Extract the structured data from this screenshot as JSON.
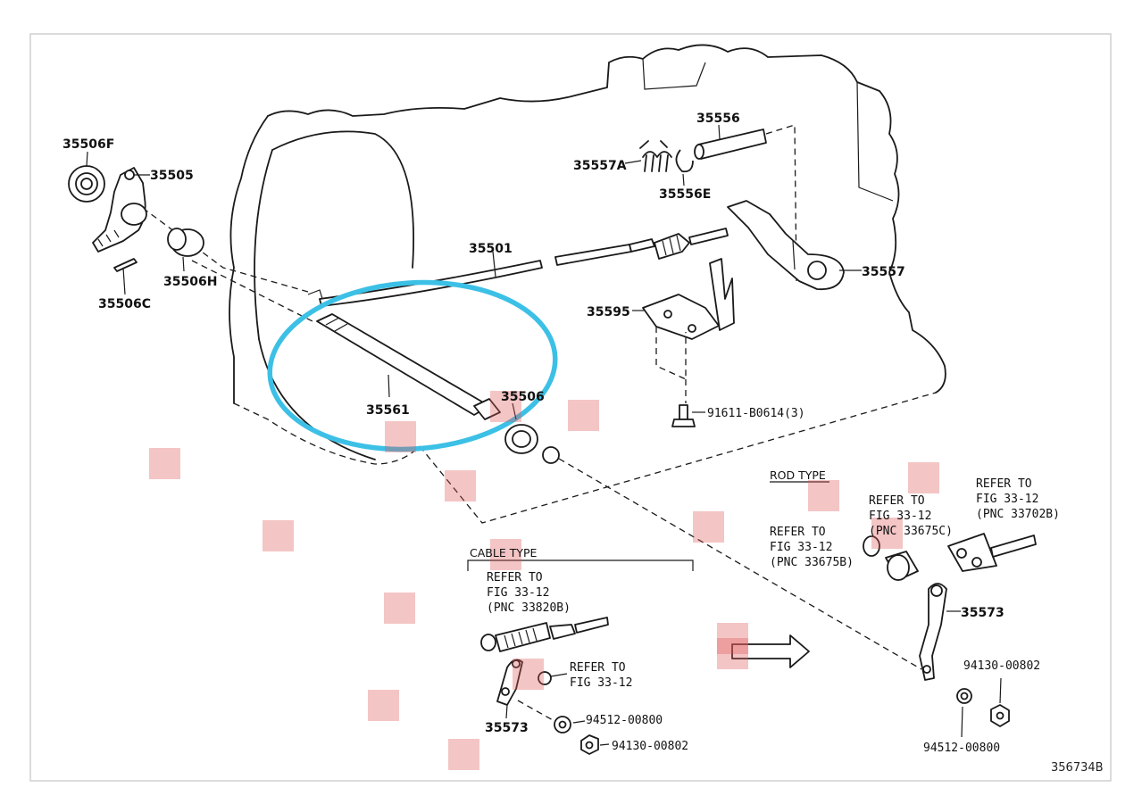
{
  "labels": {
    "p35506f": "35506F",
    "p35505": "35505",
    "p35506c": "35506C",
    "p35506h": "35506H",
    "p35501": "35501",
    "p35556": "35556",
    "p35557a": "35557A",
    "p35556e": "35556E",
    "p35557": "35557",
    "p35595": "35595",
    "p35561": "35561",
    "p35506_partial": "35506",
    "p91611": "91611-B0614(3)",
    "p35573_rod": "35573",
    "p35573_cable": "35573",
    "p94130_rod": "94130-00802",
    "p94512_rod": "94512-00800",
    "p94512_cable": "94512-00800",
    "p94130_cable": "94130-00802"
  },
  "sections": {
    "rod_type": "ROD TYPE",
    "cable_type": "CABLE TYPE"
  },
  "refs": {
    "rod_c": [
      "REFER TO",
      "FIG 33-12",
      "(PNC 33675C)"
    ],
    "rod_b": [
      "REFER TO",
      "FIG 33-12",
      "(PNC 33675B)"
    ],
    "rod_702": [
      "REFER TO",
      "FIG 33-12",
      "(PNC 33702B)"
    ],
    "cable_820": [
      "REFER TO",
      "FIG 33-12",
      "(PNC 33820B)"
    ],
    "cable_fig": [
      "REFER TO",
      "FIG 33-12"
    ]
  },
  "figure_code": "356734B",
  "colors": {
    "highlight": "#3cc0e6",
    "markers": "#e05a5a"
  }
}
